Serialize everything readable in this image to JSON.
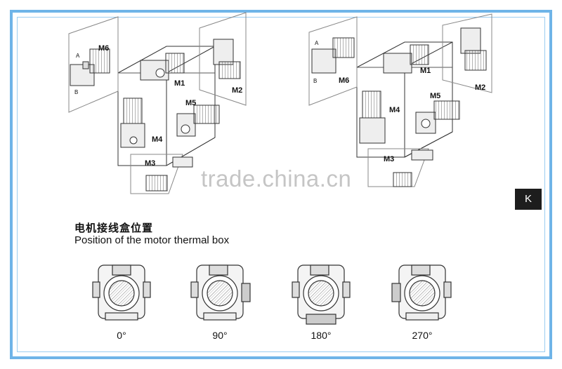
{
  "caption": {
    "chinese": "电机接线盒位置",
    "english": "Position of the motor thermal box"
  },
  "watermark": "trade.china.cn",
  "section_tab": "K",
  "left_cube_labels": {
    "m1": "M1",
    "m2": "M2",
    "m3": "M3",
    "m4": "M4",
    "m5": "M5",
    "m6": "M6",
    "a": "A",
    "b": "B"
  },
  "right_cube_labels": {
    "m1": "M1",
    "m2": "M2",
    "m3": "M3",
    "m4": "M4",
    "m5": "M5",
    "m6": "M6",
    "a": "A",
    "b": "B"
  },
  "positions": [
    "0°",
    "90°",
    "180°",
    "270°"
  ],
  "colors": {
    "frame": "#6fb4e8",
    "tab": "#1d1d1d"
  }
}
